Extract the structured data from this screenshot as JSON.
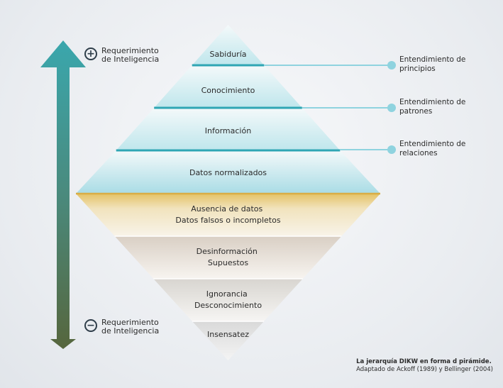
{
  "levels": [
    {
      "lines": [
        "Sabiduría"
      ]
    },
    {
      "lines": [
        "Conocimiento"
      ]
    },
    {
      "lines": [
        "Información"
      ]
    },
    {
      "lines": [
        "Datos normalizados"
      ]
    },
    {
      "lines": [
        "Ausencia de datos",
        "Datos falsos o incompletos"
      ]
    },
    {
      "lines": [
        "Desinformación",
        "Supuestos"
      ]
    },
    {
      "lines": [
        "Ignorancia",
        "Desconocimiento"
      ]
    },
    {
      "lines": [
        "Insensatez"
      ]
    }
  ],
  "notes": [
    {
      "line1": "Entendimiento de",
      "line2": "principios"
    },
    {
      "line1": "Entendimiento de",
      "line2": "patrones"
    },
    {
      "line1": "Entendimiento de",
      "line2": "relaciones"
    }
  ],
  "requirement_top": {
    "sign": "+",
    "line1": "Requerimiento",
    "line2": "de Inteligencia"
  },
  "requirement_bottom": {
    "sign": "−",
    "line1": "Requerimiento",
    "line2": "de Inteligencia"
  },
  "caption": {
    "title": "La jerarquía DIKW en forma d pirámide.",
    "source": "Adaptado de Ackoff (1989) y Bellinger (2004)"
  },
  "colors": {
    "arrow_top": "#3aa7ad",
    "arrow_bottom": "#56663d",
    "band_line": "#2fa6b4",
    "leader": "#8fd3df",
    "upper_fill": "#cfeef2",
    "divider_gold": "#d9ad45"
  }
}
